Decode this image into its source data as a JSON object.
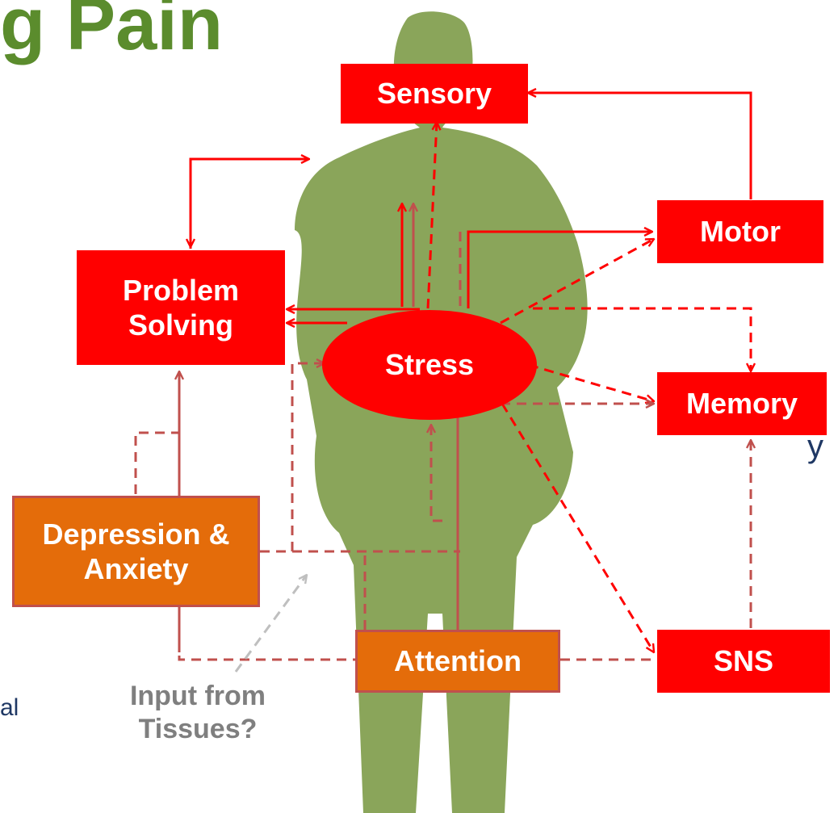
{
  "title_fragment": "g Pain",
  "left_text_fragments": {
    "top": "y",
    "bottom": "al"
  },
  "nodes": {
    "sensory": "Sensory",
    "motor": "Motor",
    "problem_solving": "Problem Solving",
    "stress": "Stress",
    "memory": "Memory",
    "depression_anxiety": "Depression & Anxiety",
    "attention": "Attention",
    "sns": "SNS"
  },
  "input_label": "Input from Tissues?",
  "colors": {
    "red_node": "#ff0000",
    "orange_node": "#e46c0a",
    "silhouette": "#8aa55a",
    "solid_arrow": "#ff0000",
    "dashed_red": "#ff0000",
    "dashed_brown": "#c0504d",
    "dashed_gray": "#bfbfbf",
    "title_green": "#5b8c2d",
    "input_gray": "#7f7f7f"
  }
}
